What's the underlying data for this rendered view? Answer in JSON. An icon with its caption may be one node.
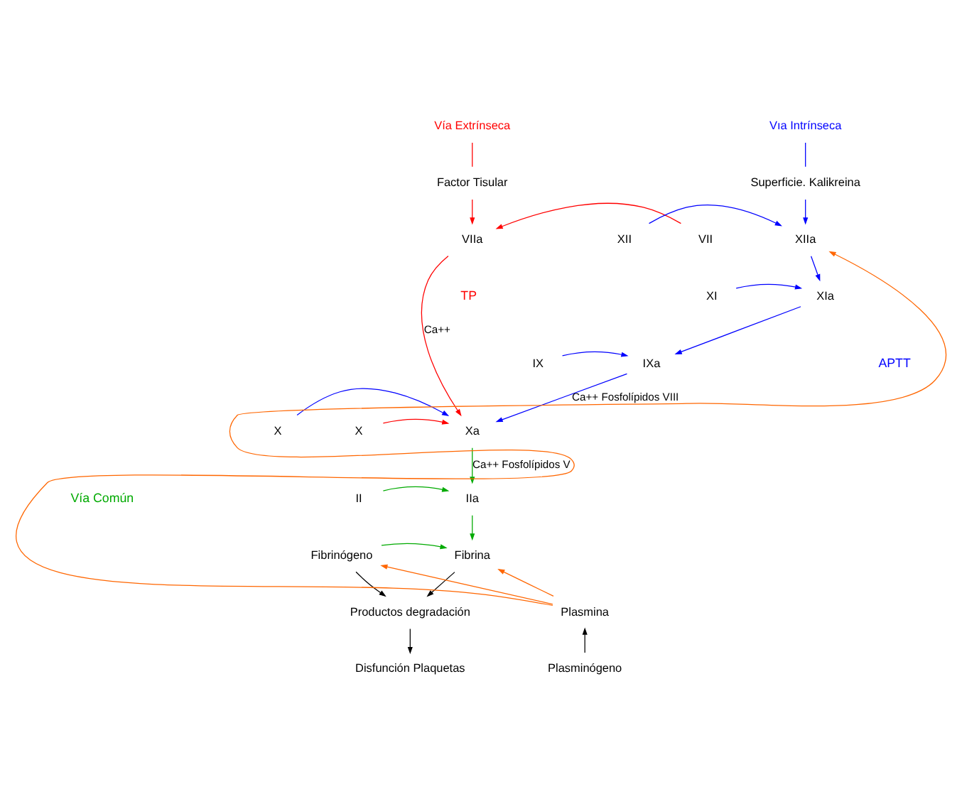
{
  "diagram": {
    "nodes": [
      {
        "text": [
          "Vía Extrínseca"
        ]
      },
      {
        "text": [
          "Factor Tisular"
        ]
      },
      {
        "text": [
          "VII"
        ]
      },
      {
        "text": [
          "VIIa"
        ]
      },
      {
        "text": [
          "X"
        ]
      },
      {
        "text": [
          "Xa"
        ]
      },
      {
        "text": [
          "Vıa Intrínseca"
        ]
      },
      {
        "text": [
          "Superficie. Kalikreina"
        ]
      },
      {
        "text": [
          "XII"
        ]
      },
      {
        "text": [
          "XIIa"
        ]
      },
      {
        "text": [
          "XI"
        ]
      },
      {
        "text": [
          "XIa"
        ]
      },
      {
        "text": [
          "IX"
        ]
      },
      {
        "text": [
          "IXa"
        ]
      },
      {
        "text": [
          "X"
        ]
      },
      {
        "text": [
          "II"
        ]
      },
      {
        "text": [
          "IIa"
        ]
      },
      {
        "text": [
          "Fibrinógeno"
        ]
      },
      {
        "text": [
          "Fibrina"
        ]
      },
      {
        "text": [
          "Productos degradación"
        ]
      },
      {
        "text": [
          "Plasmina"
        ]
      },
      {
        "text": [
          "Disfunción Plaquetas"
        ]
      },
      {
        "text": [
          "Plasminógeno"
        ]
      }
    ],
    "edges": [
      {
        "from": 0,
        "to": 1,
        "arrow": "none",
        "color": "#ff0000"
      },
      {
        "from": 1,
        "to": 3,
        "arrow": "to",
        "color": "#ff0000"
      },
      {
        "from": 2,
        "to": 3,
        "arrow": "to",
        "color": "#ff0000"
      },
      {
        "from": 3,
        "to": 5,
        "arrow": "to",
        "label": "Ca++",
        "color": "#ff0000"
      },
      {
        "from": 4,
        "to": 5,
        "arrow": "to",
        "color": "#ff0000"
      },
      {
        "from": 6,
        "to": 7,
        "arrow": "none",
        "color": "#0000ff"
      },
      {
        "from": 7,
        "to": 9,
        "arrow": "to",
        "color": "#0000ff"
      },
      {
        "from": 8,
        "to": 9,
        "arrow": "to",
        "color": "#0000ff"
      },
      {
        "from": 9,
        "to": 11,
        "arrow": "to",
        "color": "#0000ff"
      },
      {
        "from": 10,
        "to": 11,
        "arrow": "to",
        "color": "#0000ff"
      },
      {
        "from": 11,
        "to": 13,
        "arrow": "to",
        "color": "#0000ff"
      },
      {
        "from": 12,
        "to": 13,
        "arrow": "to",
        "color": "#0000ff"
      },
      {
        "from": 13,
        "to": 5,
        "arrow": "to",
        "label": "Ca++ Fosfolípidos VIII",
        "color": "#0000ff"
      },
      {
        "from": 14,
        "to": 5,
        "arrow": "to",
        "color": "#0000ff"
      },
      {
        "from": 5,
        "to": 16,
        "arrow": "to",
        "label": "Ca++ Fosfolípidos V",
        "color": "#00aa00"
      },
      {
        "from": 15,
        "to": 16,
        "arrow": "to",
        "color": "#00aa00"
      },
      {
        "from": 16,
        "to": 18,
        "arrow": "to",
        "color": "#00aa00"
      },
      {
        "from": 17,
        "to": 18,
        "arrow": "to",
        "color": "#00aa00"
      },
      {
        "from": 17,
        "to": 19,
        "arrow": "to",
        "color": "#000000"
      },
      {
        "from": 18,
        "to": 19,
        "arrow": "to",
        "color": "#000000"
      },
      {
        "from": 19,
        "to": 21,
        "arrow": "to",
        "color": "#000000"
      },
      {
        "from": 22,
        "to": 20,
        "arrow": "to",
        "color": "#000000"
      },
      {
        "from": 20,
        "to": 18,
        "arrow": "to",
        "color": "#ff6600"
      },
      {
        "from": 20,
        "to": 17,
        "arrow": "to",
        "color": "#ff6600"
      },
      {
        "from": 20,
        "to": 9,
        "arrow": "to",
        "color": "#ff6600"
      }
    ],
    "labels": [
      "TP",
      "APTT",
      "Vía Común"
    ]
  }
}
